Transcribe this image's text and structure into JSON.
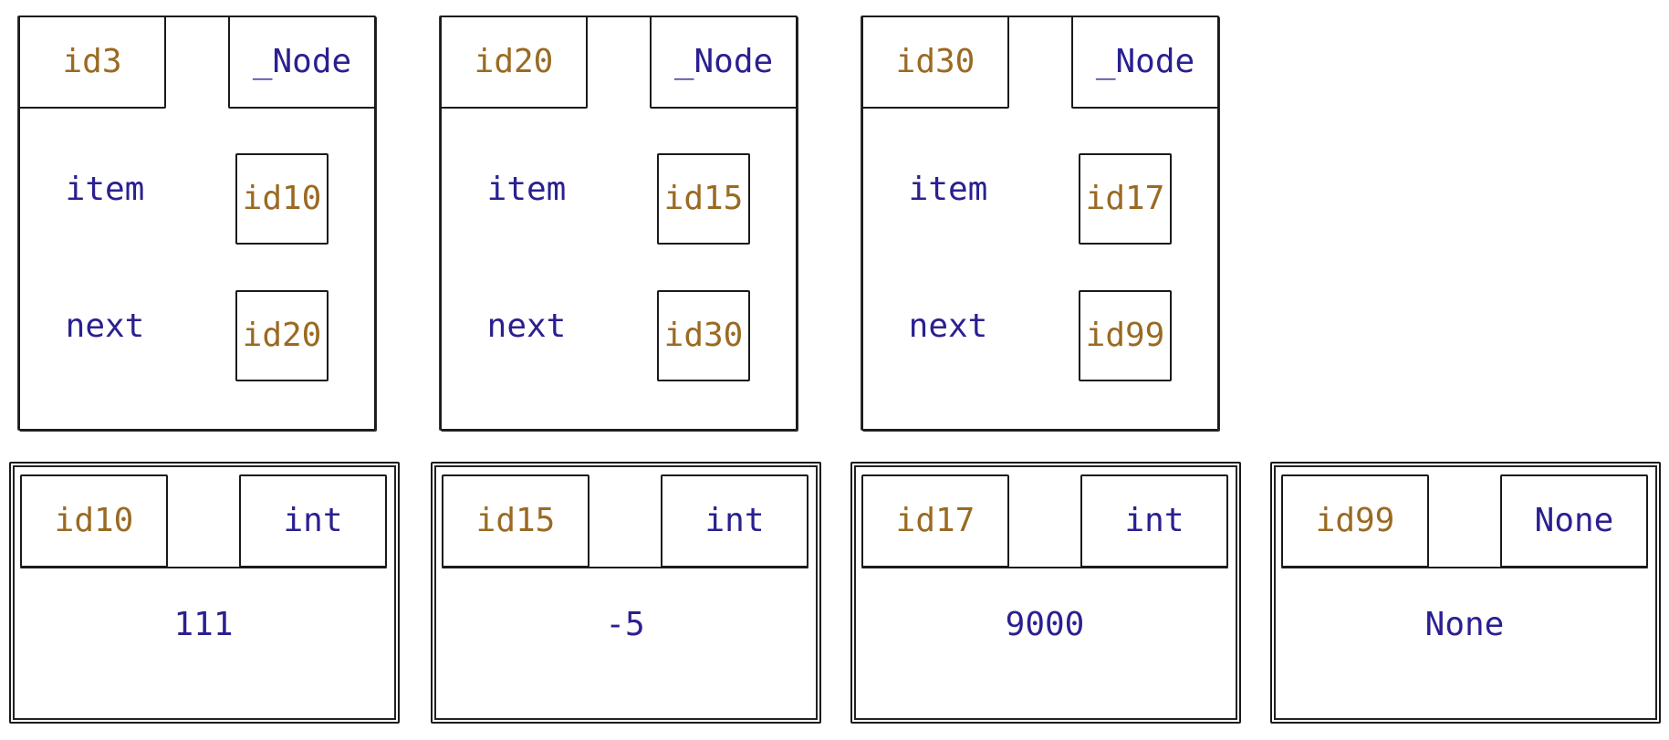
{
  "colors": {
    "id_text": "#9a6a22",
    "keyword_text": "#2a2090",
    "stroke": "#1a1a1a"
  },
  "nodes": [
    {
      "id": "id3",
      "type": "_Node",
      "attrs": [
        {
          "name": "item",
          "ref": "id10"
        },
        {
          "name": "next",
          "ref": "id20"
        }
      ]
    },
    {
      "id": "id20",
      "type": "_Node",
      "attrs": [
        {
          "name": "item",
          "ref": "id15"
        },
        {
          "name": "next",
          "ref": "id30"
        }
      ]
    },
    {
      "id": "id30",
      "type": "_Node",
      "attrs": [
        {
          "name": "item",
          "ref": "id17"
        },
        {
          "name": "next",
          "ref": "id99"
        }
      ]
    }
  ],
  "values": [
    {
      "id": "id10",
      "type": "int",
      "value": "111"
    },
    {
      "id": "id15",
      "type": "int",
      "value": "-5"
    },
    {
      "id": "id17",
      "type": "int",
      "value": "9000"
    },
    {
      "id": "id99",
      "type": "None",
      "value": "None"
    }
  ]
}
